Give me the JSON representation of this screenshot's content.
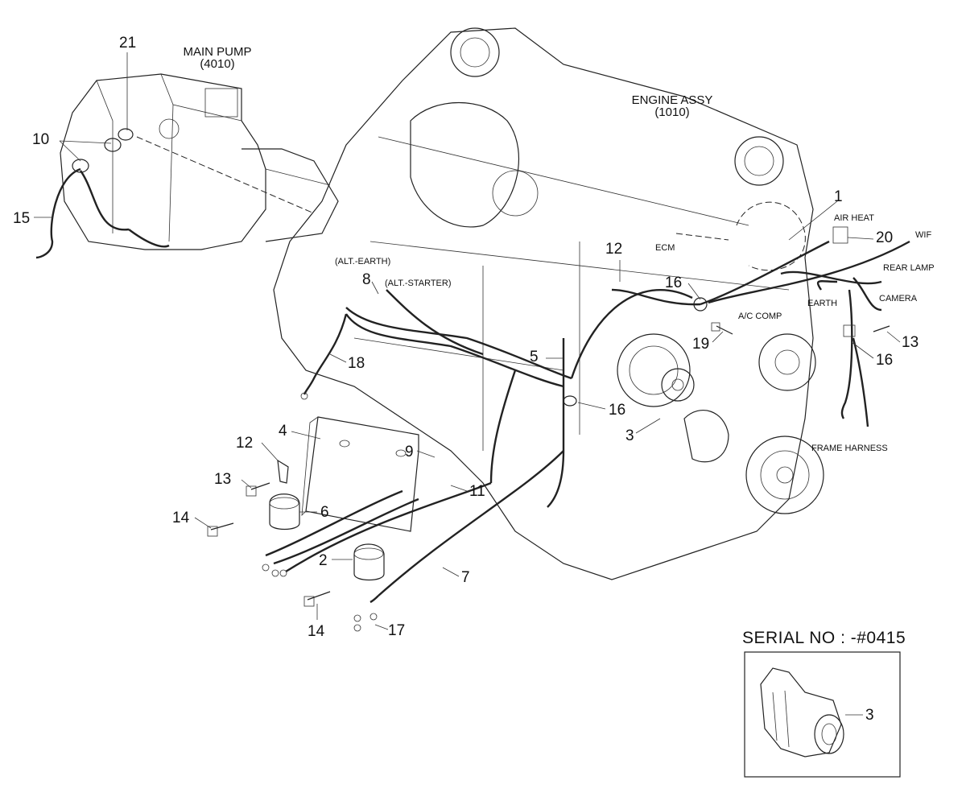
{
  "assemblies": {
    "main_pump": {
      "name": "MAIN PUMP",
      "code": "(4010)"
    },
    "engine": {
      "name": "ENGINE ASSY",
      "code": "(1010)"
    }
  },
  "callouts": [
    {
      "id": "c21",
      "text": "21"
    },
    {
      "id": "c10",
      "text": "10"
    },
    {
      "id": "c15",
      "text": "15"
    },
    {
      "id": "c1",
      "text": "1"
    },
    {
      "id": "c20",
      "text": "20"
    },
    {
      "id": "c12a",
      "text": "12"
    },
    {
      "id": "c16a",
      "text": "16"
    },
    {
      "id": "c8",
      "text": "8"
    },
    {
      "id": "c19",
      "text": "19"
    },
    {
      "id": "c13a",
      "text": "13"
    },
    {
      "id": "c16b",
      "text": "16"
    },
    {
      "id": "c5",
      "text": "5"
    },
    {
      "id": "c18",
      "text": "18"
    },
    {
      "id": "c16c",
      "text": "16"
    },
    {
      "id": "c3a",
      "text": "3"
    },
    {
      "id": "c4",
      "text": "4"
    },
    {
      "id": "c12b",
      "text": "12"
    },
    {
      "id": "c9",
      "text": "9"
    },
    {
      "id": "c13b",
      "text": "13"
    },
    {
      "id": "c11",
      "text": "11"
    },
    {
      "id": "c14a",
      "text": "14"
    },
    {
      "id": "c6",
      "text": "6"
    },
    {
      "id": "c2",
      "text": "2"
    },
    {
      "id": "c7",
      "text": "7"
    },
    {
      "id": "c14b",
      "text": "14"
    },
    {
      "id": "c17",
      "text": "17"
    },
    {
      "id": "c3b",
      "text": "3"
    }
  ],
  "connector_labels": {
    "air_heat": "AIR HEAT",
    "wif": "WIF",
    "rear_lamp": "REAR LAMP",
    "camera": "CAMERA",
    "earth": "EARTH",
    "ac_comp": "A/C COMP",
    "ecm": "ECM",
    "alt_earth": "(ALT.-EARTH)",
    "alt_starter": "(ALT.-STARTER)",
    "frame_harness": "FRAME HARNESS"
  },
  "inset": {
    "serial": "SERIAL NO : -#0415"
  }
}
